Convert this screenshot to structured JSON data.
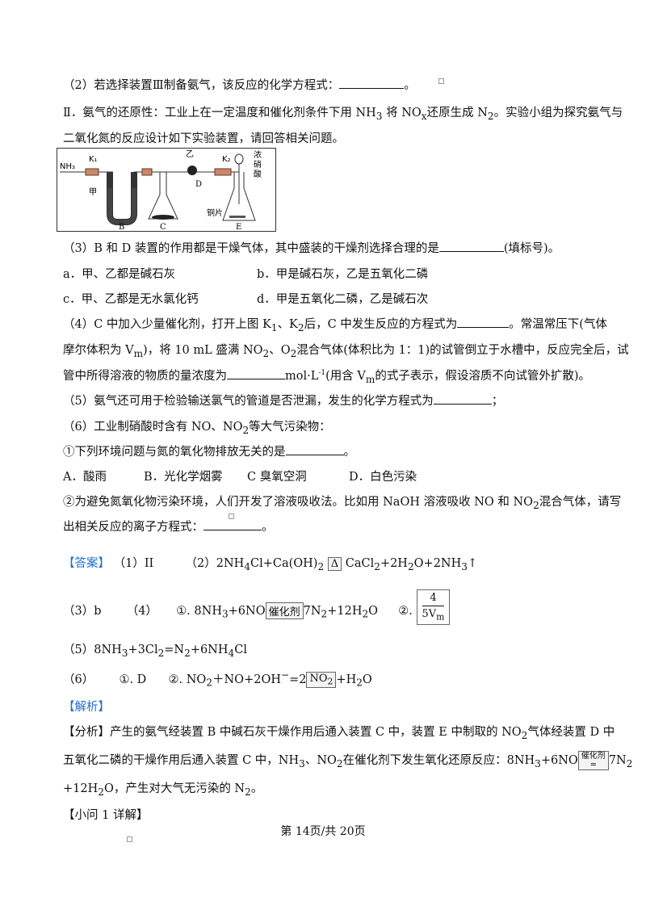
{
  "lines": {
    "l1": "（2）若选择装置Ⅲ制备氨气，该反应的化学方程式：",
    "l1_end": "。",
    "l2a": "Ⅱ．氨气的还原性：工业上在一定温度和催化剂条件下用 NH",
    "l2b": "将 NO",
    "l2c": "还原生成 N",
    "l2d": "。实验小组为探究氨气与",
    "l3": "二氧化氮的反应设计如下实验装置，请回答相关问题。",
    "q3a": "（3）B 和 D 装置的作用都是干燥气体，其中盛装的干燥剂选择合理的是",
    "q3b": "(填标号)。",
    "opt_a": "a．甲、乙都是碱石灰",
    "opt_b": "b．甲是碱石灰，乙是五氧化二磷",
    "opt_c": "c．甲、乙都是无水氯化钙",
    "opt_d": "d．甲是五氧化二磷，乙是碱石次",
    "q4a": "（4）C 中加入少量催化剂，打开上图 K",
    "q4b": "、K",
    "q4c": "后，C 中发生反应的方程式为",
    "q4d": "。常温常压下(气体",
    "q4e": "摩尔体积为 V",
    "q4f": ")，将 10 mL 盛满 NO",
    "q4g": "、O",
    "q4h": "混合气体(体积比为 1：1)的试管倒立于水槽中，反应完全后，试",
    "q4i": "管中所得溶液的物质的量浓度为",
    "q4j": "mol·L",
    "q4k": "(用含 V",
    "q4l": "的式子表示，假设溶质不向试管外扩散)。",
    "q5a": "（5）氨气还可用于检验输送氯气的管道是否泄漏，发生的化学方程式为",
    "q5b": "；",
    "q6a": "（6）工业制硝酸时含有 NO、NO",
    "q6b": "等大气污染物：",
    "q6c": "①下列环境问题与氮的氧化物排放无关的是",
    "q6c_end": "。",
    "q6_opt_a": "A．酸雨",
    "q6_opt_b": "B．光化学烟雾",
    "q6_opt_c": "C 臭氧空洞",
    "q6_opt_d": "D．白色污染",
    "q6d": "②为避免氮氧化物污染环境，人们开发了溶液吸收法。比如用 NaOH 溶液吸收 NO 和 NO",
    "q6e": "混合气体，请写",
    "q6f": "出相关反应的离子方程式：",
    "q6f_end": "。"
  },
  "answer": {
    "tag": "【答案】",
    "a1": "（1）II",
    "a2a": "（2）2NH",
    "a2b": "Cl+Ca(OH)",
    "a2_delta": "Δ",
    "a2c": "CaCl",
    "a2d": "+2H",
    "a2e": "O+2NH",
    "a2f": "↑",
    "a3": "（3）b",
    "a4": "（4）",
    "a4_1": "①. 8NH",
    "a4_1b": "+6NO",
    "a4_cat": "催化剂",
    "a4_1c": "7N",
    "a4_1d": "+12H",
    "a4_1e": "O",
    "a4_2": "②.",
    "a4_num": "4",
    "a4_den": "5V",
    "a5": "（5）8NH",
    "a5b": "+3Cl",
    "a5c": "=N",
    "a5d": "+6NH",
    "a5e": "Cl",
    "a6": "（6）",
    "a6_1": "①. D",
    "a6_2": "②. NO",
    "a6_2b": "＋NO+2OH",
    "a6_2c": "=2",
    "a6_box": "NO",
    "a6_2d": "+H",
    "a6_2e": "O"
  },
  "analysis": {
    "tag": "【解析】",
    "p1a": "【分析】产生的氨气经装置 B 中碱石灰干燥作用后通入装置 C 中，装置 E 中制取的 NO",
    "p1b": "气体经装置 D 中",
    "p2a": "五氧化二磷的干燥作用后通入装置 C 中，NH",
    "p2b": "、NO",
    "p2c": "在催化剂下发生氧化还原反应：8NH",
    "p2d": "+6NO",
    "p2_cat": "催化剂",
    "p2_eq": "═",
    "p2e": "7N",
    "p3a": "+12H",
    "p3b": "O，产生对大气无污染的 N",
    "p3c": "。",
    "p4": "【小问 1 详解】"
  },
  "subs": {
    "three": "3",
    "two": "2",
    "one": "1",
    "x": "x",
    "four": "4",
    "m": "m",
    "neg1": "-1",
    "minus": "−"
  },
  "diagram": {
    "nh3": "NH₃",
    "k1": "K₁",
    "k2": "K₂",
    "jia": "甲",
    "yi": "乙",
    "nong": "浓",
    "xiao": "硝",
    "suan": "酸",
    "tongpian": "铜片",
    "B": "B",
    "C": "C",
    "D": "D",
    "E": "E"
  },
  "footer": "第 14页/共 20页"
}
